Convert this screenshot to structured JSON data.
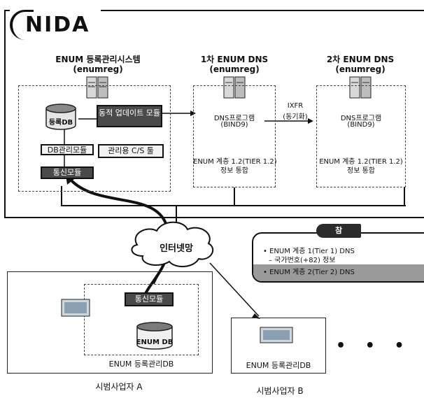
{
  "logo": {
    "text": "NIDA"
  },
  "registry_system": {
    "title": "ENUM 등록관리시스템",
    "subtitle": "(enumreg)",
    "db_label": "등록DB",
    "dynamic_update_module": "동적 업데이트 모듈",
    "db_management_module": "DB관리모듈",
    "admin_cs_tool": "관리용 C/S 툴",
    "comm_module": "통신모듈"
  },
  "dns_primary": {
    "title": "1차 ENUM DNS",
    "subtitle": "(enumreg)",
    "program": "DNS프로그램",
    "program_sub": "(BIND9)",
    "info_line1": "ENUM 계층 1.2(TIER 1.2)",
    "info_line2": "정보 통합"
  },
  "transfer": {
    "line1": "IXFR",
    "line2": "(동기화)"
  },
  "dns_secondary": {
    "title": "2차 ENUM DNS",
    "subtitle": "(enumreg)",
    "program": "DNS프로그램",
    "program_sub": "(BIND9)",
    "info_line1": "ENUM 계층 1.2(TIER 1.2)",
    "info_line2": "정보 통합"
  },
  "internet": {
    "label": "인터넷망"
  },
  "note": {
    "tag": "참",
    "line1": "• ENUM 계층 1(Tier 1) DNS",
    "line2": "– 국가번호(+82) 정보",
    "line3": "• ENUM 계층 2(Tier 2) DNS"
  },
  "operator_a": {
    "comm_module": "통신모듈",
    "db_label": "ENUM DB",
    "caption": "ENUM 등록관리DB",
    "name": "시범사업자 A"
  },
  "operator_b": {
    "caption": "ENUM 등록관리DB",
    "name": "시범사업자 B"
  },
  "ellipsis": "• • •"
}
